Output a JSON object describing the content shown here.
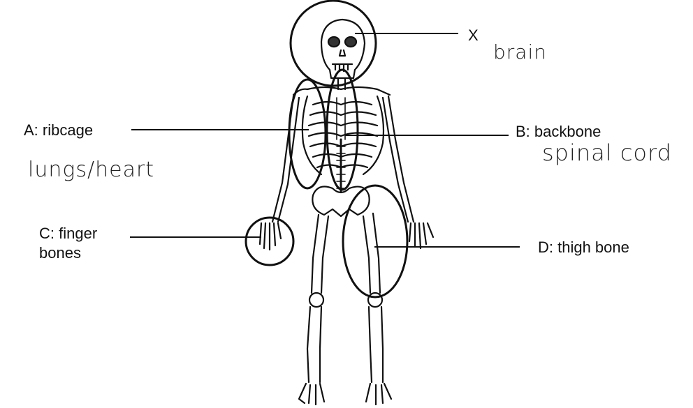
{
  "labels": {
    "x": "X",
    "a": "A: ribcage",
    "b": "B: backbone",
    "c_line1": "C: finger",
    "c_line2": "bones",
    "d": "D: thigh bone"
  },
  "handwritten": {
    "x_answer": "brain",
    "a_answer": "lungs/heart",
    "b_answer": "spinal cord"
  },
  "colors": {
    "ink": "#111111",
    "paper": "#ffffff"
  }
}
